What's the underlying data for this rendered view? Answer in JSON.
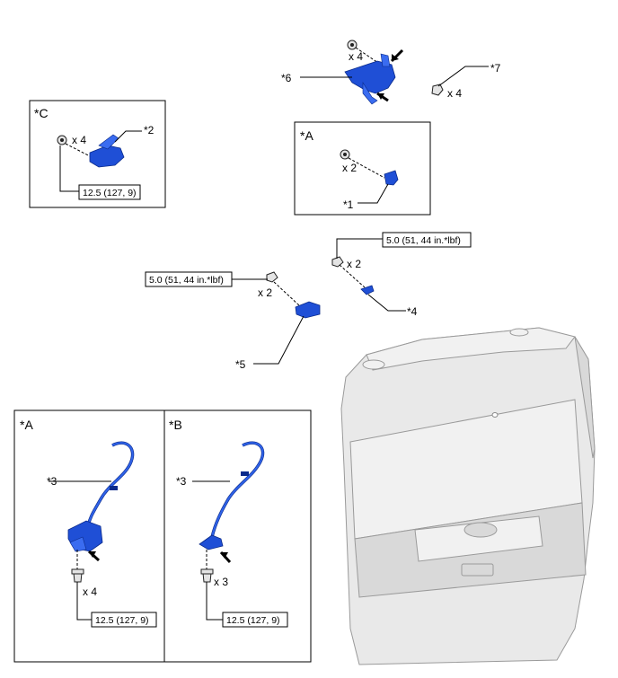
{
  "callouts": {
    "c1": "*1",
    "c2": "*2",
    "c3a": "*3",
    "c3b": "*3",
    "c4": "*4",
    "c5": "*5",
    "c6": "*6",
    "c7": "*7"
  },
  "boxes": {
    "box_c": "*C",
    "box_a_top": "*A",
    "box_a_bottom": "*A",
    "box_b": "*B"
  },
  "quantities": {
    "q6": "x 4",
    "q7": "x 4",
    "qc": "x 4",
    "qa": "x 2",
    "q4": "x 2",
    "q5": "x 2",
    "q3a": "x 4",
    "q3b": "x 3"
  },
  "torques": {
    "t_c": "12.5 (127, 9)",
    "t_4": "5.0 (51, 44 in.*lbf)",
    "t_5": "5.0 (51, 44 in.*lbf)",
    "t_3a": "12.5 (127, 9)",
    "t_3b": "12.5 (127, 9)"
  },
  "colors": {
    "part_blue": "#1f4fd6",
    "door_grey": "#e9e9e9"
  }
}
